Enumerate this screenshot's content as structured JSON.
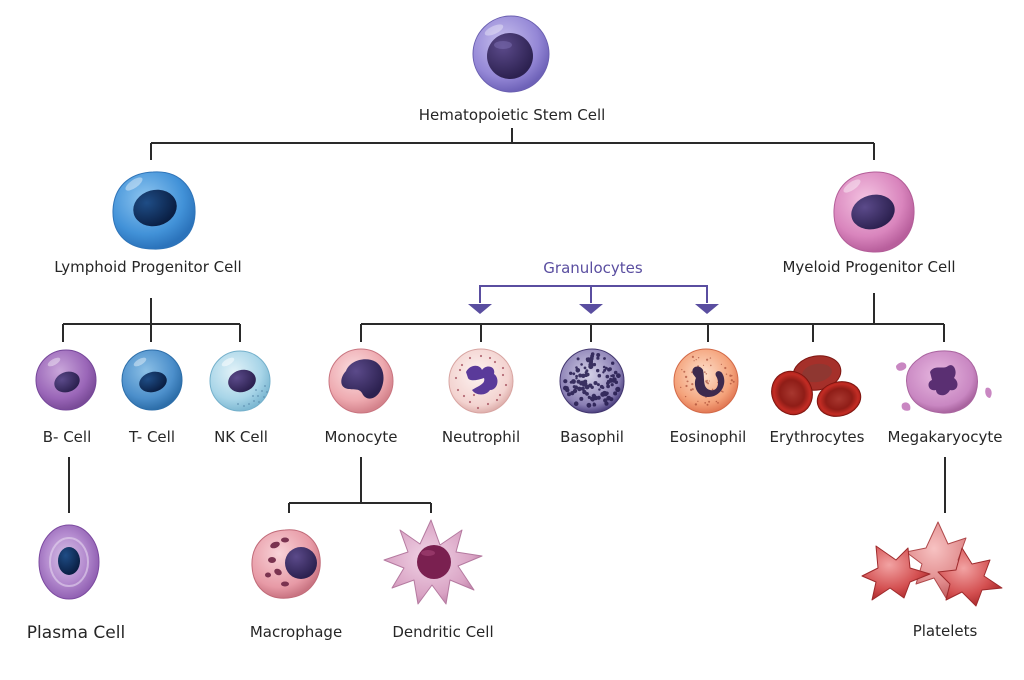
{
  "title": "Hematopoiesis lineage diagram",
  "nodes": {
    "stem": {
      "label": "Hematopoietic Stem Cell"
    },
    "lymphoid": {
      "label": "Lymphoid Progenitor Cell"
    },
    "myeloid": {
      "label": "Myeloid Progenitor Cell"
    },
    "bcell": {
      "label": "B- Cell"
    },
    "tcell": {
      "label": "T- Cell"
    },
    "nkcell": {
      "label": "NK Cell"
    },
    "plasma": {
      "label": "Plasma Cell"
    },
    "monocyte": {
      "label": "Monocyte"
    },
    "neutrophil": {
      "label": "Neutrophil"
    },
    "basophil": {
      "label": "Basophil"
    },
    "eosinophil": {
      "label": "Eosinophil"
    },
    "erythrocytes": {
      "label": "Erythrocytes"
    },
    "megakaryocyte": {
      "label": "Megakaryocyte"
    },
    "macrophage": {
      "label": "Macrophage"
    },
    "dendritic": {
      "label": "Dendritic Cell"
    },
    "platelets": {
      "label": "Platelets"
    }
  },
  "groups": {
    "granulocytes": {
      "label": "Granulocytes",
      "members": [
        "Neutrophil",
        "Basophil",
        "Eosinophil"
      ]
    }
  },
  "edges": [
    [
      "Hematopoietic Stem Cell",
      "Lymphoid Progenitor Cell"
    ],
    [
      "Hematopoietic Stem Cell",
      "Myeloid Progenitor Cell"
    ],
    [
      "Lymphoid Progenitor Cell",
      "B- Cell"
    ],
    [
      "Lymphoid Progenitor Cell",
      "T- Cell"
    ],
    [
      "Lymphoid Progenitor Cell",
      "NK Cell"
    ],
    [
      "B- Cell",
      "Plasma Cell"
    ],
    [
      "Myeloid Progenitor Cell",
      "Monocyte"
    ],
    [
      "Myeloid Progenitor Cell",
      "Neutrophil"
    ],
    [
      "Myeloid Progenitor Cell",
      "Basophil"
    ],
    [
      "Myeloid Progenitor Cell",
      "Eosinophil"
    ],
    [
      "Myeloid Progenitor Cell",
      "Erythrocytes"
    ],
    [
      "Myeloid Progenitor Cell",
      "Megakaryocyte"
    ],
    [
      "Monocyte",
      "Macrophage"
    ],
    [
      "Monocyte",
      "Dendritic Cell"
    ],
    [
      "Megakaryocyte",
      "Platelets"
    ]
  ],
  "colors": {
    "line": "#2a2a2a",
    "granulocyte_accent": "#5a4ea0",
    "stem": "#8f82cf",
    "lymphoid": "#3d8fd4",
    "myeloid": "#d27db3",
    "erythrocyte": "#b8221e",
    "platelet": "#cf4a4a"
  }
}
